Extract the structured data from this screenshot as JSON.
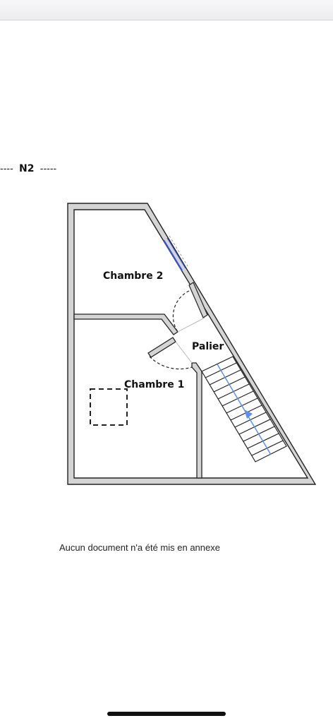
{
  "level": {
    "dash_left": "----",
    "name": "N2",
    "dash_right": "-----"
  },
  "plan": {
    "rooms": {
      "chambre2": "Chambre 2",
      "chambre1": "Chambre 1",
      "palier": "Palier"
    },
    "colors": {
      "wall_fill": "#d4d4d4",
      "wall_stroke": "#222222",
      "stair_arrow": "#5b8ff0",
      "window": "#3355dd"
    }
  },
  "annex_note": "Aucun document n'a été mis en annexe"
}
